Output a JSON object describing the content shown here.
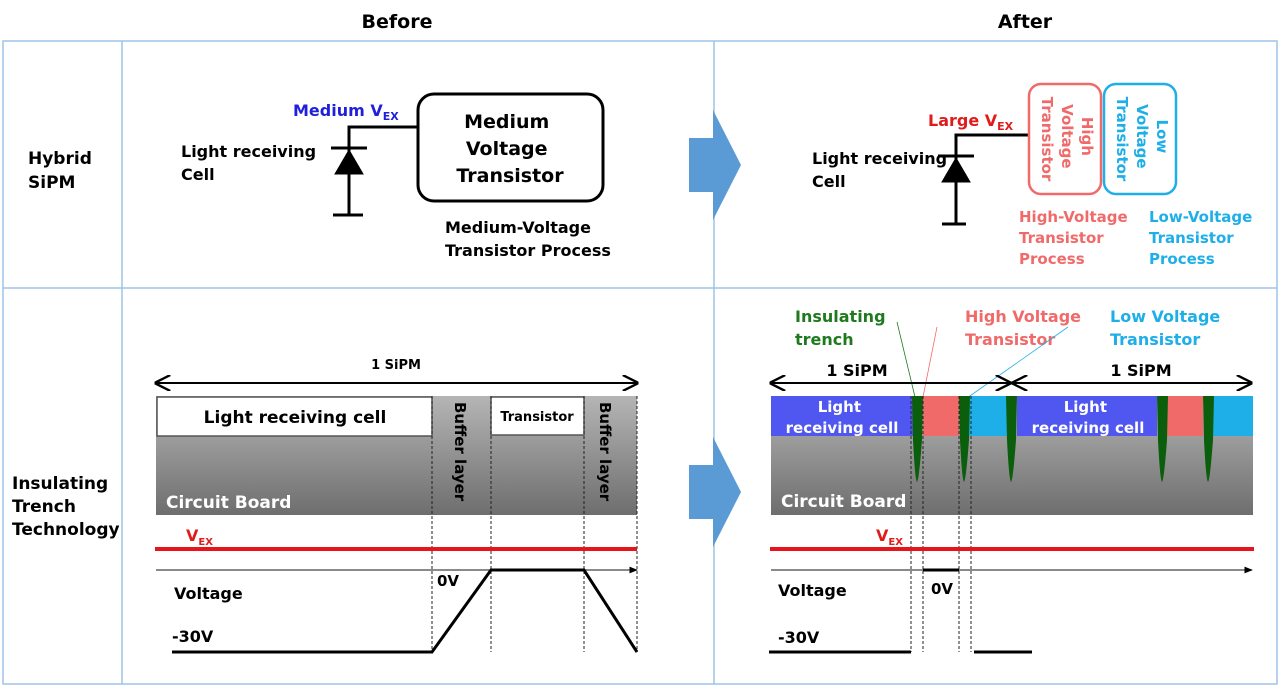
{
  "headers": {
    "before": "Before",
    "after": "After"
  },
  "rows": [
    {
      "label_lines": [
        "Hybrid",
        "SiPM"
      ]
    },
    {
      "label_lines": [
        "Insulating",
        "Trench",
        "Technology"
      ]
    }
  ],
  "colors": {
    "grid_border": "#9dc3e6",
    "arrow": "#5b9bd5",
    "medium_vex": "#1f1fdc",
    "large_vex": "#e01b1b",
    "high_voltage": "#f06a6a",
    "low_voltage": "#1eaee8",
    "trench": "#0b5e0b",
    "light_cell_blue": "#5056f0",
    "board_gray_top": "#b3b3b3",
    "board_gray_bottom": "#707070",
    "vex_line": "#e8141c"
  },
  "before_top": {
    "vex_label": "Medium V",
    "vex_sub": "EX",
    "cell_label_lines": [
      "Light receiving",
      "Cell"
    ],
    "transistor_box_lines": [
      "Medium",
      "Voltage",
      "Transistor"
    ],
    "process_lines": [
      "Medium-Voltage",
      "Transistor Process"
    ]
  },
  "after_top": {
    "vex_label": "Large V",
    "vex_sub": "EX",
    "cell_label_lines": [
      "Light receiving",
      "Cell"
    ],
    "high_box_lines": [
      "High",
      "Voltage",
      "Transistor"
    ],
    "low_box_lines": [
      "Low",
      "Voltage",
      "Transistor"
    ],
    "high_process_lines": [
      "High-Voltage",
      "Transistor",
      "Process"
    ],
    "low_process_lines": [
      "Low-Voltage",
      "Transistor",
      "Process"
    ]
  },
  "before_bottom": {
    "span_label": "1 SiPM",
    "cell_label": "Light receiving cell",
    "transistor_label": "Transistor",
    "buffer_label": "Buffer layer",
    "board_label": "Circuit Board",
    "vex_label": "V",
    "vex_sub": "EX",
    "voltage_label": "Voltage",
    "zero_label": "0V",
    "neg_label": "-30V"
  },
  "after_bottom": {
    "trench_label_lines": [
      "Insulating",
      "trench"
    ],
    "hv_label_lines": [
      "High Voltage",
      "Transistor"
    ],
    "lv_label_lines": [
      "Low Voltage",
      "Transistor"
    ],
    "span_label": "1 SiPM",
    "cell_label_lines": [
      "Light",
      "receiving cell"
    ],
    "board_label": "Circuit Board",
    "vex_label": "V",
    "vex_sub": "EX",
    "voltage_label": "Voltage",
    "zero_label": "0V",
    "neg_label": "-30V"
  }
}
